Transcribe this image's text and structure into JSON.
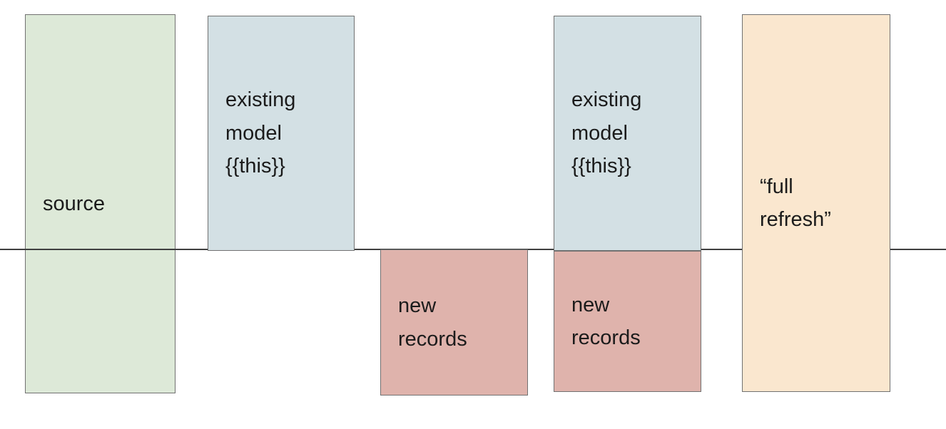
{
  "colors": {
    "source_green": "#dde9d8",
    "model_blue": "#d3e0e4",
    "records_red": "#dfb3ac",
    "refresh_orange": "#fae7cf",
    "cutoff_line": "#3f3f3f"
  },
  "boxes": {
    "source": {
      "label": "source"
    },
    "existing_model_left": {
      "label": "existing\nmodel\n{{this}}"
    },
    "new_records_center": {
      "label": "new\nrecords"
    },
    "existing_model_right": {
      "label": "existing\nmodel\n{{this}}"
    },
    "new_records_right": {
      "label": "new\nrecords"
    },
    "full_refresh": {
      "label": "“full\nrefresh”"
    }
  }
}
